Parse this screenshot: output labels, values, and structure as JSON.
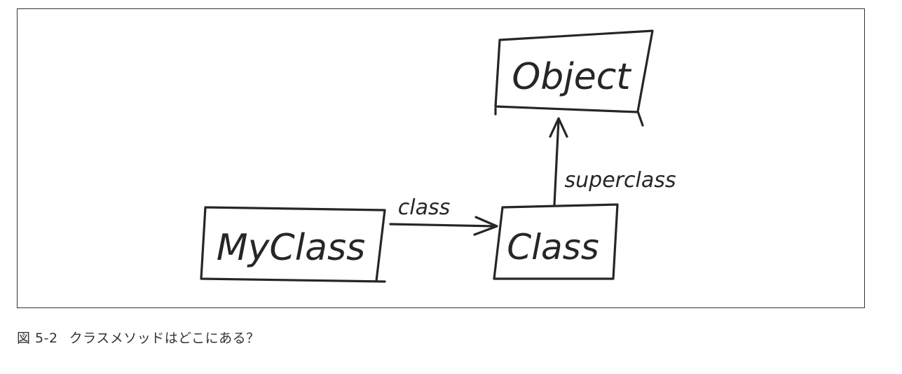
{
  "diagram": {
    "nodes": [
      {
        "id": "object",
        "label": "Object"
      },
      {
        "id": "class",
        "label": "Class"
      },
      {
        "id": "myclass",
        "label": "MyClass"
      }
    ],
    "edges": [
      {
        "from": "myclass",
        "to": "class",
        "label": "class"
      },
      {
        "from": "class",
        "to": "object",
        "label": "superclass"
      }
    ]
  },
  "caption": {
    "number": "図 5-2",
    "text": "クラスメソッドはどこにある？"
  },
  "colors": {
    "ink": "#262626",
    "frame": "#333333"
  }
}
